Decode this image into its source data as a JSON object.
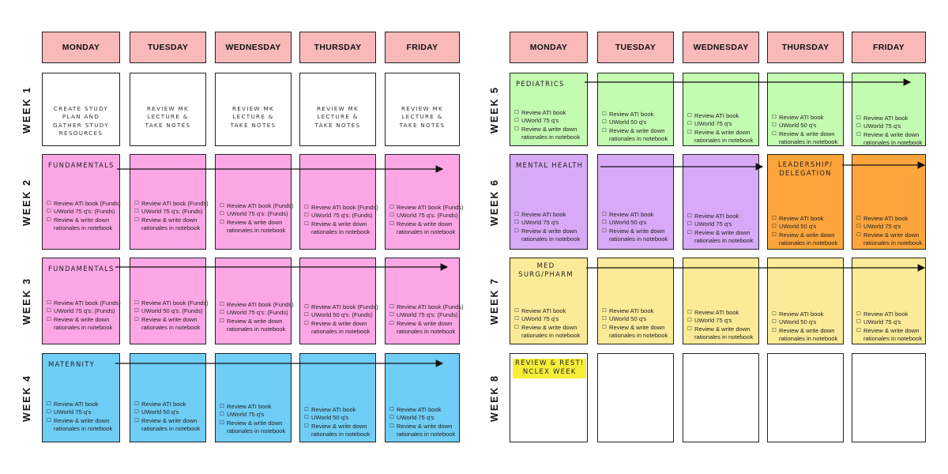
{
  "days": [
    "MONDAY",
    "TUESDAY",
    "WEDNESDAY",
    "THURSDAY",
    "FRIDAY"
  ],
  "colors": {
    "header": "#f9b9b9",
    "fundamentals": "#fda6e6",
    "maternity": "#6fcdf6",
    "pediatrics": "#c3fbb0",
    "mental_health": "#d8a9f6",
    "leadership": "#fda53c",
    "medsurg": "#fbeb98",
    "highlight": "#f7ee3a"
  },
  "icons": {
    "checkbox": "checkbox-icon",
    "arrow": "arrow-right-icon"
  },
  "weeks": [
    {
      "label": "WEEK 1",
      "intro": [
        "CREATE STUDY\nPLAN AND\nGATHER STUDY\nRESOURCES",
        "REVIEW MK\nLECTURE &\nTAKE NOTES",
        "REVIEW MK\nLECTURE &\nTAKE NOTES",
        "REVIEW MK\nLECTURE &\nTAKE NOTES",
        "REVIEW MK\nLECTURE &\nTAKE NOTES"
      ]
    },
    {
      "label": "WEEK 2",
      "topic": "FUNDAMENTALS",
      "color": "#fda6e6",
      "days": [
        {
          "l1": "Review ATI book (Funds)",
          "l2": "UWorld 75 q's: (Funds)"
        },
        {
          "l1": "Review ATI book (Funds)",
          "l2": "UWorld 75 q's: (Funds)"
        },
        {
          "l1": "Review ATI book (Funds)",
          "l2": "UWorld 75 q's: (Funds)"
        },
        {
          "l1": "Review ATI book (Funds)",
          "l2": "UWorld 75 q's: (Funds)"
        },
        {
          "l1": "Review ATI book (Funds)",
          "l2": "UWorld 75 q's: (Funds)"
        }
      ]
    },
    {
      "label": "WEEK 3",
      "topic": "FUNDAMENTALS",
      "color": "#fda6e6",
      "days": [
        {
          "l1": "Review ATI book (Funds)",
          "l2": "UWorld 75 q's: (Funds)"
        },
        {
          "l1": "Review ATI book (Funds)",
          "l2": "UWorld 50 q's: (Funds)"
        },
        {
          "l1": "Review ATI book (Funds)",
          "l2": "UWorld 75 q's: (Funds)"
        },
        {
          "l1": "Review ATI book (Funds)",
          "l2": "UWorld 50 q's: (Funds)"
        },
        {
          "l1": "Review ATI book (Funds)",
          "l2": "UWorld 75 q's: (Funds)"
        }
      ]
    },
    {
      "label": "WEEK 4",
      "topic": "MATERNITY",
      "color": "#6fcdf6",
      "days": [
        {
          "l1": "Review ATI book",
          "l2": "UWorld 75 q's"
        },
        {
          "l1": "Review ATI book",
          "l2": "UWorld 50 q's"
        },
        {
          "l1": "Review ATI book",
          "l2": "UWorld 75 q's"
        },
        {
          "l1": "Review ATI book",
          "l2": "UWorld 50 q's"
        },
        {
          "l1": "Review ATI book",
          "l2": "UWorld 75 q's"
        }
      ]
    },
    {
      "label": "WEEK 5",
      "topic": "PEDIATRICS",
      "color": "#c3fbb0",
      "days": [
        {
          "l1": "Review ATI book",
          "l2": "UWorld 75 q's"
        },
        {
          "l1": "Review ATI book",
          "l2": "UWorld 50 q's"
        },
        {
          "l1": "Review ATI book",
          "l2": "UWorld 75 q's"
        },
        {
          "l1": "Review ATI book",
          "l2": "UWorld 50 q's"
        },
        {
          "l1": "Review ATI book",
          "l2": "UWorld 75 q's"
        }
      ]
    },
    {
      "label": "WEEK 6",
      "topic": "MENTAL HEALTH",
      "topic2": "LEADERSHIP/\nDELEGATION",
      "color": "#d8a9f6",
      "color2": "#fda53c",
      "days": [
        {
          "l1": "Review ATI book",
          "l2": "UWorld 75 q's"
        },
        {
          "l1": "Review ATI book",
          "l2": "UWorld 50 q's"
        },
        {
          "l1": "Review ATI book",
          "l2": "UWorld 75 q's"
        },
        {
          "l1": "Review ATI book",
          "l2": "UWorld 50 q's"
        },
        {
          "l1": "Review ATI book",
          "l2": "UWorld 75 q's"
        }
      ]
    },
    {
      "label": "WEEK 7",
      "topic": "MED\nSURG/PHARM",
      "color": "#fbeb98",
      "days": [
        {
          "l1": "Review ATI book",
          "l2": "UWorld 75 q's"
        },
        {
          "l1": "Review ATI book",
          "l2": "UWorld 50 q's"
        },
        {
          "l1": "Review ATI book",
          "l2": "UWorld 75 q's"
        },
        {
          "l1": "Review ATI book",
          "l2": "UWorld 50 q's"
        },
        {
          "l1": "Review ATI book",
          "l2": "UWorld 75 q's"
        }
      ]
    },
    {
      "label": "WEEK 8",
      "highlight": "REVIEW & REST!\nNCLEX WEEK"
    }
  ],
  "task_line3": "Review & write down",
  "task_line4": "rationales in notebook"
}
